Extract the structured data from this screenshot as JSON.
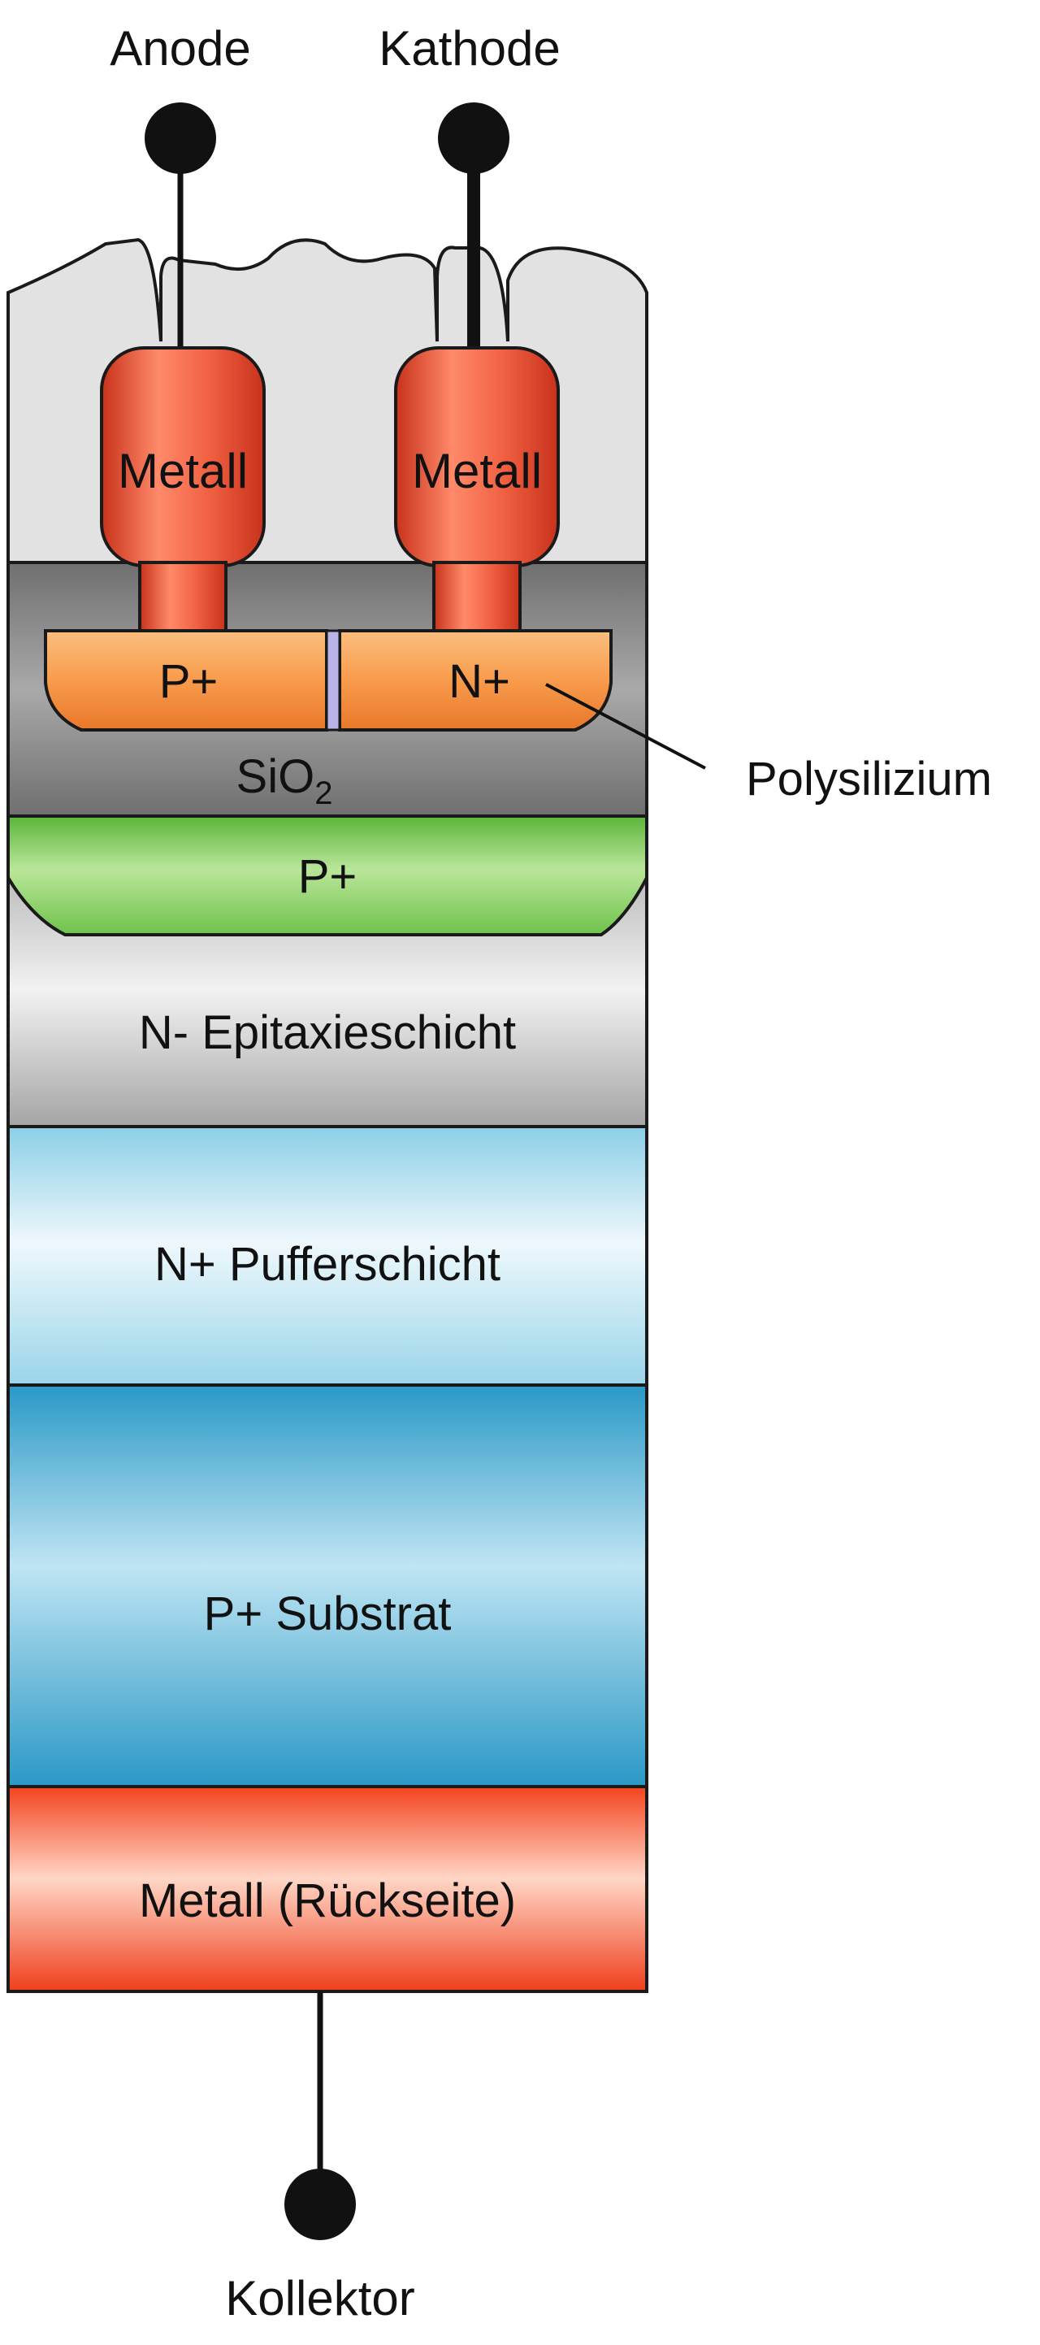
{
  "terminals": {
    "anode": "Anode",
    "cathode": "Kathode",
    "collector": "Kollektor"
  },
  "regions": {
    "metal_anode": "Metall",
    "metal_cathode": "Metall",
    "poly_p": "P+",
    "poly_n": "N+",
    "oxide_main": "SiO",
    "oxide_sub": "2",
    "p_well": "P+",
    "epi": "N- Epitaxieschicht",
    "buffer": "N+ Pufferschicht",
    "substrate": "P+ Substrat",
    "backside_metal": "Metall (Rückseite)"
  },
  "callouts": {
    "polysilicon": "Polysilizium"
  },
  "colors": {
    "metal": "#ef4f2d",
    "polysilicon": "#f79a4b",
    "p_well": "#93d56d",
    "oxide": "#8d8d8d",
    "epi": "#d3d3d3",
    "buffer": "#cdeaf4",
    "substrate": "#4eb6d9",
    "passivation": "#e2e2e2"
  }
}
